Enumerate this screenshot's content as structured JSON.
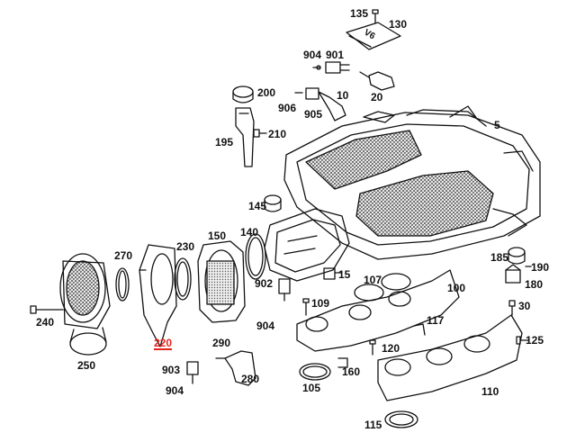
{
  "diagram": {
    "colors": {
      "ink": "#111111",
      "highlight": "#e8231c",
      "mesh": "#555555"
    },
    "callouts": [
      {
        "id": "135",
        "text": "135"
      },
      {
        "id": "130",
        "text": "130"
      },
      {
        "id": "904a",
        "text": "904"
      },
      {
        "id": "901",
        "text": "901"
      },
      {
        "id": "20",
        "text": "20"
      },
      {
        "id": "200",
        "text": "200"
      },
      {
        "id": "906",
        "text": "906"
      },
      {
        "id": "10",
        "text": "10"
      },
      {
        "id": "905",
        "text": "905"
      },
      {
        "id": "5",
        "text": "5"
      },
      {
        "id": "195",
        "text": "195"
      },
      {
        "id": "210",
        "text": "210"
      },
      {
        "id": "145",
        "text": "145"
      },
      {
        "id": "140",
        "text": "140"
      },
      {
        "id": "150",
        "text": "150"
      },
      {
        "id": "270",
        "text": "270"
      },
      {
        "id": "230",
        "text": "230"
      },
      {
        "id": "15",
        "text": "15"
      },
      {
        "id": "107",
        "text": "107"
      },
      {
        "id": "100",
        "text": "100"
      },
      {
        "id": "185",
        "text": "185"
      },
      {
        "id": "190",
        "text": "190"
      },
      {
        "id": "180",
        "text": "180"
      },
      {
        "id": "902",
        "text": "902"
      },
      {
        "id": "109",
        "text": "109"
      },
      {
        "id": "30",
        "text": "30"
      },
      {
        "id": "240",
        "text": "240"
      },
      {
        "id": "904b",
        "text": "904"
      },
      {
        "id": "117",
        "text": "117"
      },
      {
        "id": "220",
        "text": "220",
        "highlighted": true
      },
      {
        "id": "290",
        "text": "290"
      },
      {
        "id": "125",
        "text": "125"
      },
      {
        "id": "120",
        "text": "120"
      },
      {
        "id": "250",
        "text": "250"
      },
      {
        "id": "903",
        "text": "903"
      },
      {
        "id": "160",
        "text": "160"
      },
      {
        "id": "280",
        "text": "280"
      },
      {
        "id": "105",
        "text": "105"
      },
      {
        "id": "110",
        "text": "110"
      },
      {
        "id": "904c",
        "text": "904"
      },
      {
        "id": "115",
        "text": "115"
      }
    ],
    "cover_badge": "V6"
  }
}
